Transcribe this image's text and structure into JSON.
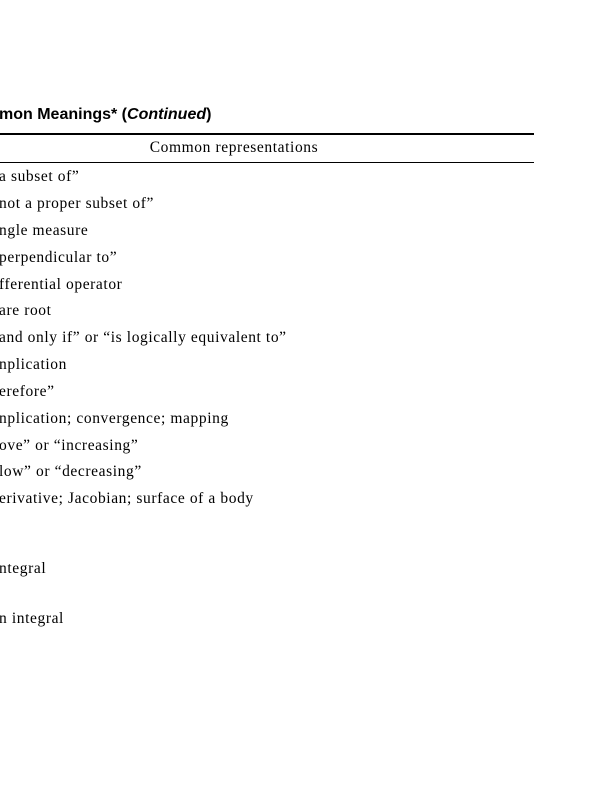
{
  "table": {
    "title_prefix": "mon Meanings* (",
    "title_italic": "Continued",
    "title_suffix": ")",
    "column_header": "Common representations",
    "rows": [
      "a subset of”",
      "not a proper subset of”",
      "ngle measure",
      "perpendicular to”",
      "fferential operator",
      "are root",
      "and only if” or “is logically equivalent to”",
      "nplication",
      "erefore”",
      "nplication; convergence; mapping",
      "ove” or “increasing”",
      "low” or “decreasing”",
      "erivative; Jacobian; surface of a body",
      "ntegral",
      "n integral"
    ]
  }
}
